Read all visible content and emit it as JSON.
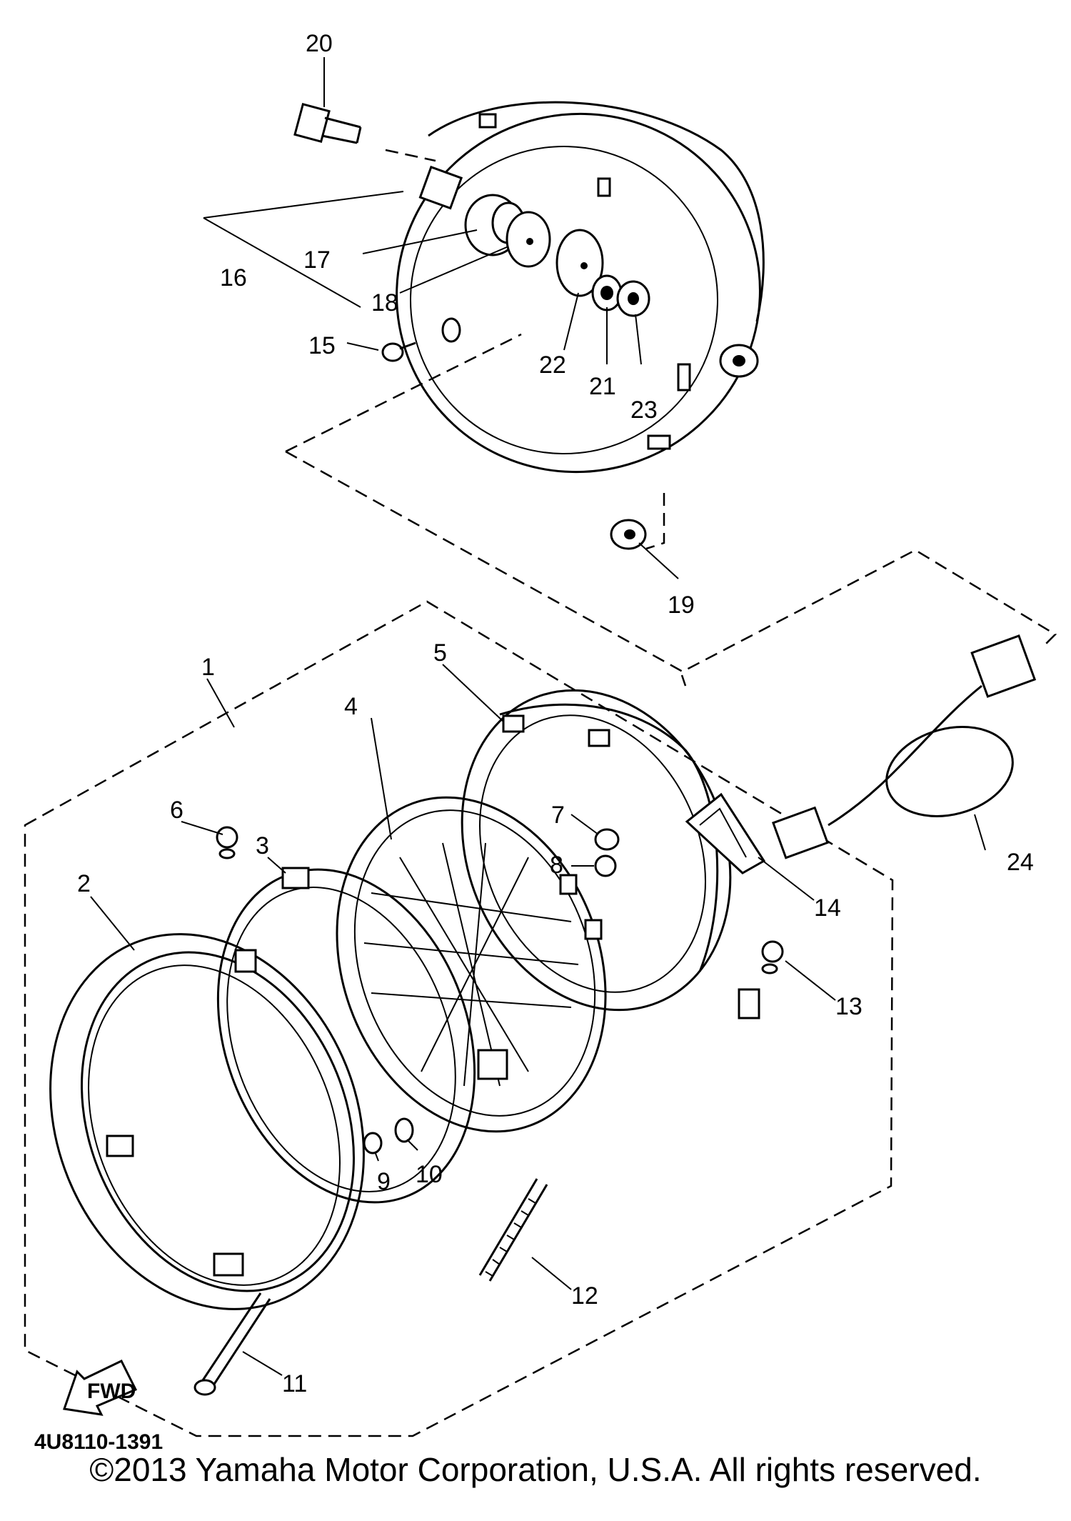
{
  "diagram": {
    "drawing_code": "4U8110-1391",
    "fwd_label": "FWD",
    "callouts": [
      "1",
      "2",
      "3",
      "4",
      "5",
      "6",
      "7",
      "8",
      "9",
      "10",
      "11",
      "12",
      "13",
      "14",
      "15",
      "16",
      "17",
      "18",
      "19",
      "20",
      "21",
      "22",
      "23",
      "24"
    ]
  },
  "footer": {
    "copyright": "©2013 Yamaha Motor Corporation, U.S.A. All rights reserved."
  }
}
